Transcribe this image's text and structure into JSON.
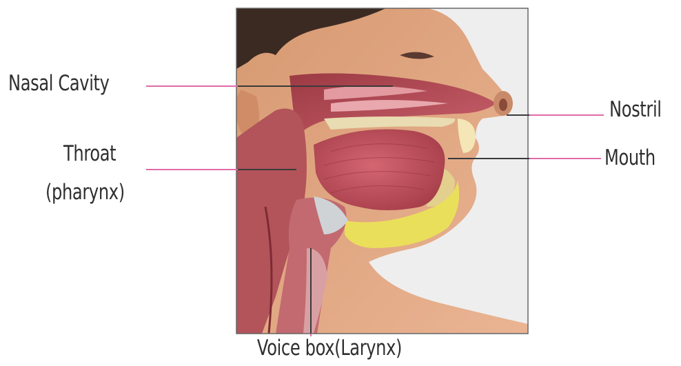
{
  "labels": {
    "nasal_cavity": "Nasal Cavity",
    "throat": "Throat",
    "pharynx": "(pharynx)",
    "nostril": "Nostril",
    "mouth": "Mouth",
    "voice_box": "Voice box(Larynx)"
  },
  "colors": {
    "leader_line": "#e06aa8",
    "skin": "#e2a47c",
    "tissue": "#b94a54",
    "tongue": "#c9505e",
    "bone": "#e9dcb2",
    "fat": "#eadf5a",
    "hair": "#3b2a22"
  }
}
